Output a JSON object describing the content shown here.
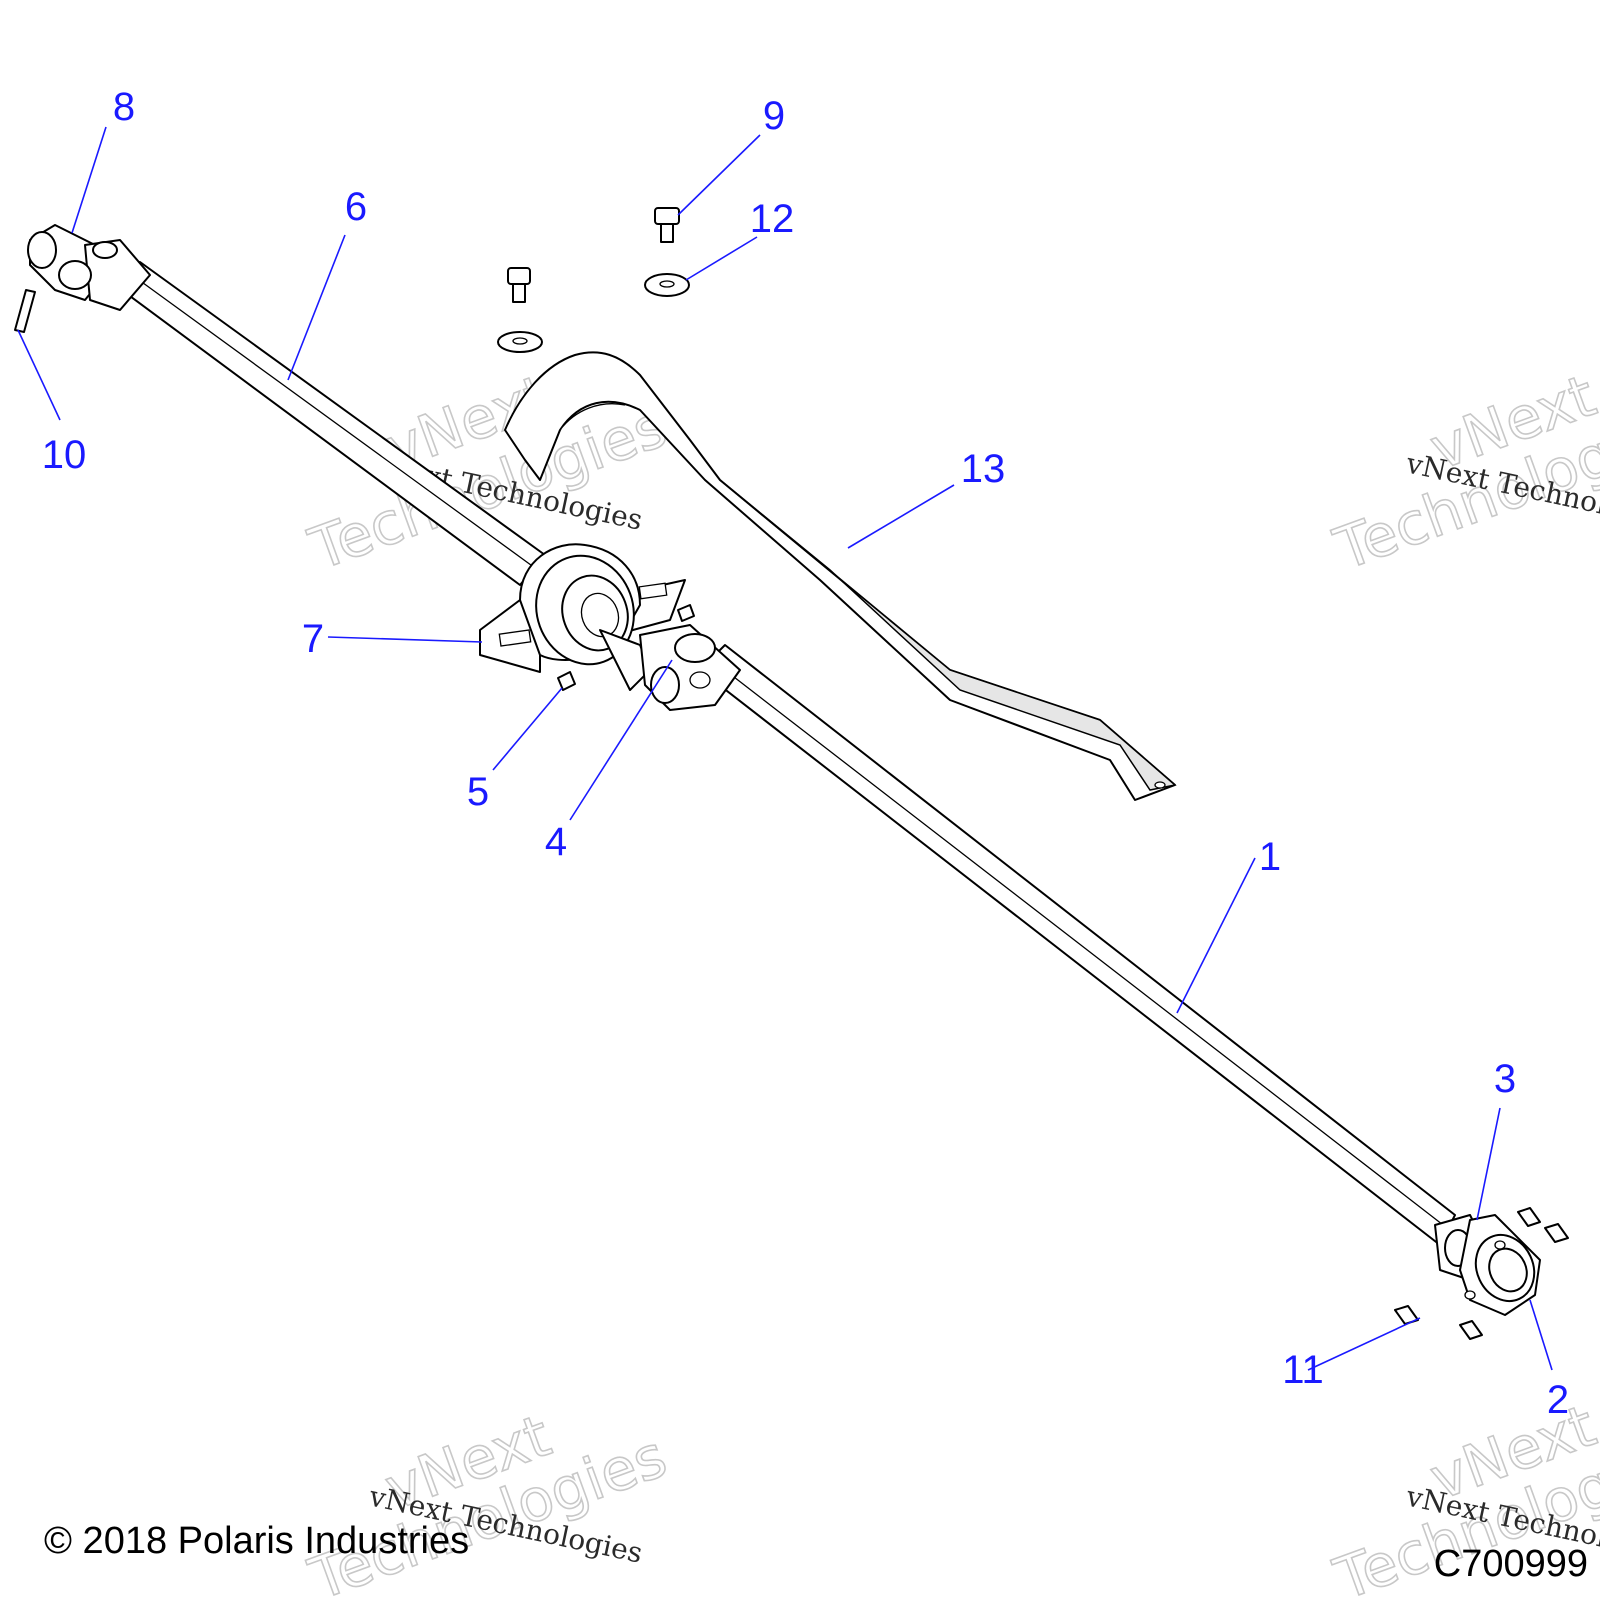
{
  "callouts": [
    {
      "id": "1",
      "label": "1"
    },
    {
      "id": "2",
      "label": "2"
    },
    {
      "id": "3",
      "label": "3"
    },
    {
      "id": "4",
      "label": "4"
    },
    {
      "id": "5",
      "label": "5"
    },
    {
      "id": "6",
      "label": "6"
    },
    {
      "id": "7",
      "label": "7"
    },
    {
      "id": "8",
      "label": "8"
    },
    {
      "id": "9",
      "label": "9"
    },
    {
      "id": "10",
      "label": "10"
    },
    {
      "id": "11",
      "label": "11"
    },
    {
      "id": "12",
      "label": "12"
    },
    {
      "id": "13",
      "label": "13"
    }
  ],
  "watermark": {
    "line1": "vNext Technologies",
    "big1": "vNext",
    "big2": "Technologies",
    "right_line1": "vNext Technologies",
    "right_big1": "vNext",
    "right_big2": "Technologies"
  },
  "footer": {
    "copyright": "© 2018 Polaris Industries",
    "drawing_number": "C700999"
  },
  "colors": {
    "callout": "#1a1aff",
    "line": "#000000"
  }
}
